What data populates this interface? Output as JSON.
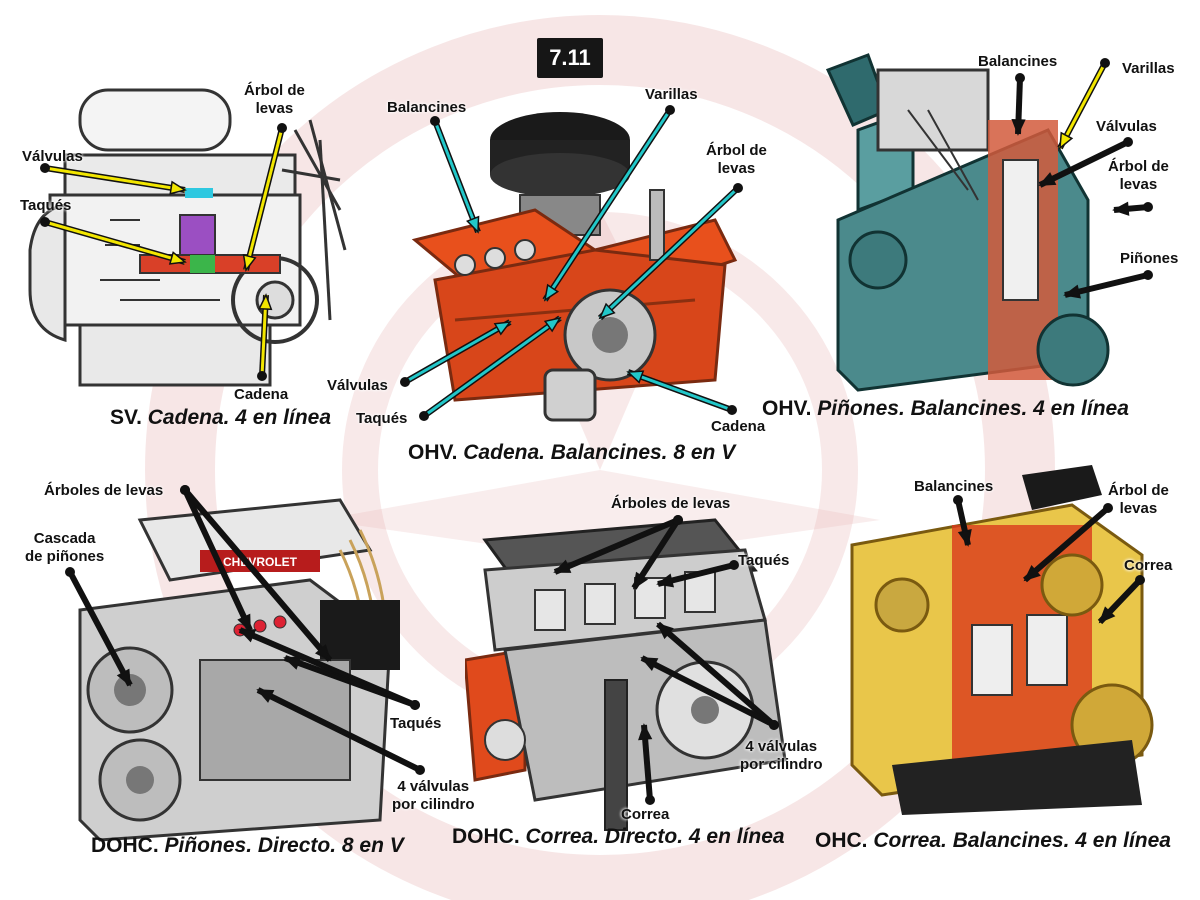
{
  "figure_number": "7.11",
  "colors": {
    "leader_yellow": "#f2e600",
    "leader_cyan": "#22c7c9",
    "leader_black": "#111111",
    "watermark_red": "#d98a8a",
    "engine_orange": "#e8501c",
    "engine_teal": "#4b8a8c",
    "engine_yellow": "#e9c64a"
  },
  "engines": [
    {
      "name": "sv-chain-inline4",
      "caption": {
        "type": "SV.",
        "desc": "Cadena. 4 en línea"
      },
      "labels": {
        "camshaft": "Árbol de\nlevas",
        "valves": "Válvulas",
        "tappets": "Taqués",
        "chain": "Cadena"
      }
    },
    {
      "name": "ohv-chain-rockers-v8",
      "caption": {
        "type": "OHV.",
        "desc": "Cadena. Balancines. 8 en V"
      },
      "labels": {
        "rockers": "Balancines",
        "pushrods": "Varillas",
        "camshaft": "Árbol de\nlevas",
        "valves": "Válvulas",
        "tappets": "Taqués",
        "chain": "Cadena"
      }
    },
    {
      "name": "ohv-gears-rockers-inline4",
      "caption": {
        "type": "OHV.",
        "desc": "Piñones. Balancines. 4 en línea"
      },
      "labels": {
        "rockers": "Balancines",
        "pushrods": "Varillas",
        "valves": "Válvulas",
        "camshaft": "Árbol de\nlevas",
        "gears": "Piñones"
      }
    },
    {
      "name": "dohc-gears-direct-v8",
      "caption": {
        "type": "DOHC.",
        "desc": "Piñones. Directo. 8 en V"
      },
      "labels": {
        "camshafts": "Árboles de levas",
        "gear_cascade": "Cascada\nde piñones",
        "tappets": "Taqués",
        "four_valves": "4 válvulas\npor cilindro",
        "brand": "CHEVROLET"
      }
    },
    {
      "name": "dohc-belt-direct-inline4",
      "caption": {
        "type": "DOHC.",
        "desc": "Correa. Directo. 4 en línea"
      },
      "labels": {
        "camshafts": "Árboles de levas",
        "tappets": "Taqués",
        "four_valves": "4 válvulas\npor cilindro",
        "belt": "Correa"
      }
    },
    {
      "name": "ohc-belt-rockers-inline4",
      "caption": {
        "type": "OHC.",
        "desc": "Correa. Balancines. 4 en línea"
      },
      "labels": {
        "rockers": "Balancines",
        "camshaft": "Árbol de\nlevas",
        "belt": "Correa"
      }
    }
  ]
}
